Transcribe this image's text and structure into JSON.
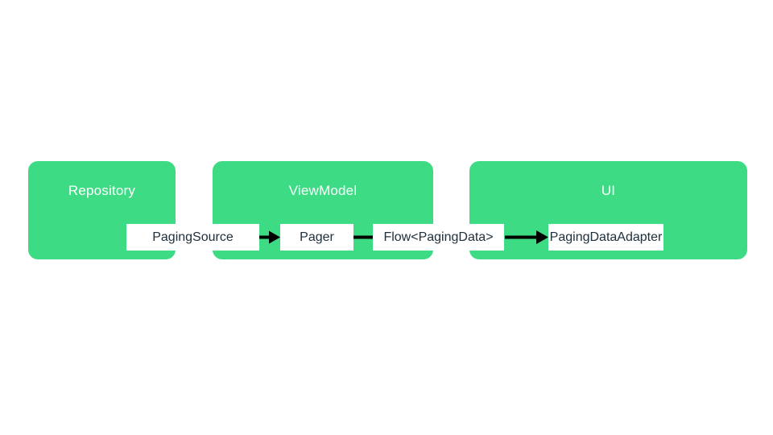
{
  "layers": [
    {
      "id": "repository",
      "label": "Repository"
    },
    {
      "id": "viewmodel",
      "label": "ViewModel"
    },
    {
      "id": "ui",
      "label": "UI"
    }
  ],
  "components": [
    {
      "id": "paging-source",
      "label": "PagingSource"
    },
    {
      "id": "pager",
      "label": "Pager"
    },
    {
      "id": "flow-paging-data",
      "label": "Flow<PagingData>"
    },
    {
      "id": "paging-data-adapter",
      "label": "PagingDataAdapter"
    }
  ],
  "connections": [
    {
      "from": "PagingSource",
      "to": "Pager",
      "arrowhead": true
    },
    {
      "from": "Pager",
      "to": "Flow<PagingData>",
      "arrowhead": false
    },
    {
      "from": "Flow<PagingData>",
      "to": "PagingDataAdapter",
      "arrowhead": true
    }
  ],
  "colors": {
    "background": "#ffffff",
    "layer_fill": "#3ddc84",
    "layer_text": "#fdfffe",
    "component_fill": "#ffffff",
    "component_text": "#20303c",
    "connector": "#000000"
  }
}
